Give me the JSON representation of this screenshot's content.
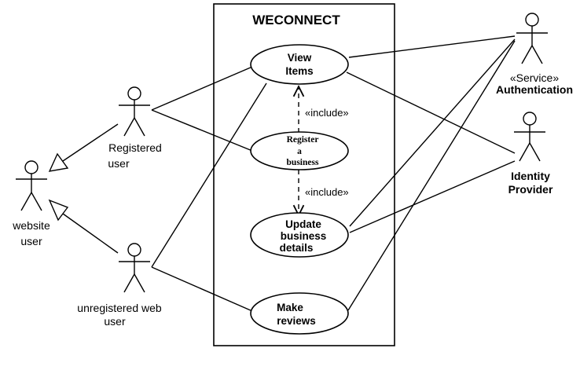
{
  "system": {
    "title": "WECONNECT"
  },
  "use_cases": {
    "view_items": [
      "View",
      "Items"
    ],
    "register_business": [
      "Register",
      "a",
      "business"
    ],
    "update_business": [
      "Update",
      "business",
      "details"
    ],
    "make_reviews": [
      "Make",
      "reviews"
    ]
  },
  "actors": {
    "registered_user": [
      "Registered",
      "user"
    ],
    "website_user": [
      "website",
      "user"
    ],
    "unregistered_user": [
      "unregistered web",
      "user"
    ],
    "authentication": [
      "«Service»",
      "Authentication"
    ],
    "identity_provider": [
      "Identity",
      "Provider"
    ]
  },
  "relations": {
    "include_upper": "«include»",
    "include_lower": "«include»"
  }
}
